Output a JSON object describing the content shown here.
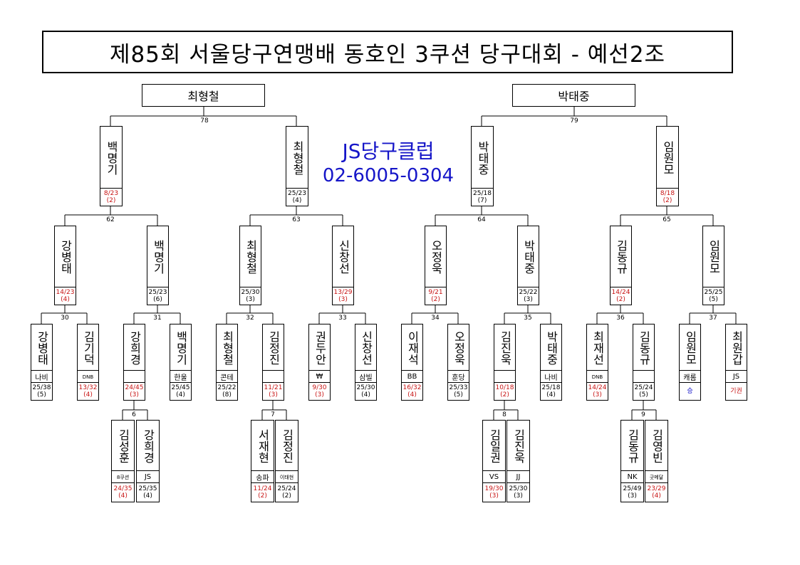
{
  "title": "제85회 서울당구연맹배 동호인 3쿠션 당구대회 - 예선2조",
  "sponsor": {
    "name": "JS당구클럽",
    "phone": "02-6005-0304"
  },
  "finalists": [
    "최형철",
    "박태중"
  ],
  "match_numbers": [
    "78",
    "79",
    "62",
    "63",
    "64",
    "65",
    "30",
    "31",
    "32",
    "33",
    "34",
    "35",
    "36",
    "37",
    "6",
    "7",
    "8",
    "9"
  ],
  "semi": [
    {
      "name": "백명기",
      "score": "8/23",
      "inning": "(2)"
    },
    {
      "name": "최형철",
      "score": "25/23",
      "inning": "(4)"
    },
    {
      "name": "박태중",
      "score": "25/18",
      "inning": "(7)"
    },
    {
      "name": "임원모",
      "score": "8/18",
      "inning": "(2)"
    }
  ],
  "quarter": [
    {
      "name": "강병태",
      "score": "14/23",
      "inning": "(4)"
    },
    {
      "name": "백명기",
      "score": "25/23",
      "inning": "(6)"
    },
    {
      "name": "최형철",
      "score": "25/30",
      "inning": "(3)"
    },
    {
      "name": "신창선",
      "score": "13/29",
      "inning": "(3)"
    },
    {
      "name": "오정욱",
      "score": "9/21",
      "inning": "(2)"
    },
    {
      "name": "박태중",
      "score": "25/22",
      "inning": "(3)"
    },
    {
      "name": "김동규",
      "score": "14/24",
      "inning": "(2)"
    },
    {
      "name": "임원모",
      "score": "25/25",
      "inning": "(5)"
    }
  ],
  "round16": [
    {
      "name": "강병태",
      "club": "나비",
      "score": "25/38",
      "inning": "(5)"
    },
    {
      "name": "김기덕",
      "club": "DNB",
      "score": "13/32",
      "inning": "(4)"
    },
    {
      "name": "강희경",
      "club": "",
      "score": "24/45",
      "inning": "(3)"
    },
    {
      "name": "백명기",
      "club": "한울",
      "score": "25/45",
      "inning": "(4)"
    },
    {
      "name": "최형철",
      "club": "콘테",
      "score": "25/22",
      "inning": "(8)"
    },
    {
      "name": "김정진",
      "club": "",
      "score": "11/21",
      "inning": "(3)"
    },
    {
      "name": "권두안",
      "club": "₩",
      "score": "9/30",
      "inning": "(3)"
    },
    {
      "name": "신창선",
      "club": "삼빌",
      "score": "25/30",
      "inning": "(4)"
    },
    {
      "name": "이재석",
      "club": "BB",
      "score": "16/32",
      "inning": "(4)"
    },
    {
      "name": "오정욱",
      "club": "훈당",
      "score": "25/33",
      "inning": "(5)"
    },
    {
      "name": "김진욱",
      "club": "",
      "score": "10/18",
      "inning": "(2)"
    },
    {
      "name": "박태중",
      "club": "나비",
      "score": "25/18",
      "inning": "(4)"
    },
    {
      "name": "최재선",
      "club": "DNB",
      "score": "14/24",
      "inning": "(3)"
    },
    {
      "name": "김동규",
      "club": "",
      "score": "25/24",
      "inning": "(5)"
    },
    {
      "name": "임원모",
      "club": "캐롬",
      "result": "승"
    },
    {
      "name": "최원갑",
      "club": "JS",
      "result": "기권"
    }
  ],
  "prelim": [
    {
      "name": "김성훈",
      "club": "8쿠션",
      "score": "24/35",
      "inning": "(4)"
    },
    {
      "name": "강희경",
      "club": "JS",
      "score": "25/35",
      "inning": "(4)"
    },
    {
      "name": "서재현",
      "club": "송파",
      "score": "11/24",
      "inning": "(2)"
    },
    {
      "name": "김정진",
      "club": "이태현",
      "score": "25/24",
      "inning": "(2)"
    },
    {
      "name": "김일권",
      "club": "VS",
      "score": "19/30",
      "inning": "(3)"
    },
    {
      "name": "김진욱",
      "club": "JJ",
      "score": "25/30",
      "inning": "(3)"
    },
    {
      "name": "김동규",
      "club": "NK",
      "score": "25/49",
      "inning": "(3)"
    },
    {
      "name": "김영빈",
      "club": "굿메달",
      "score": "23/29",
      "inning": "(4)"
    }
  ]
}
